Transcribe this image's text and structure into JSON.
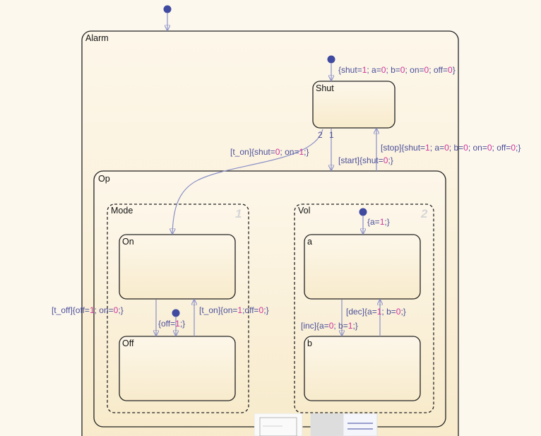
{
  "colors": {
    "state_fill": "#fbf0d8",
    "accent": "#8a8fc9",
    "label": "#4b4f9a",
    "value": "#d1329a",
    "dot": "#3f4aa0"
  },
  "states": {
    "alarm": "Alarm",
    "shut": "Shut",
    "op": "Op",
    "mode": "Mode",
    "mode_order": "1",
    "vol": "Vol",
    "vol_order": "2",
    "on": "On",
    "off": "Off",
    "a": "a",
    "b": "b"
  },
  "transitions": {
    "shut_init": [
      "{shut=",
      "1",
      "; a=",
      "0",
      "; b=",
      "0",
      "; on=",
      "0",
      "; off=",
      "0",
      "}"
    ],
    "t_on_shut": [
      "[t_on]{shut=",
      "0",
      "; on=",
      "1",
      ";}"
    ],
    "start": [
      "[start]{shut=",
      "0",
      ";}"
    ],
    "stop": [
      "[stop]{shut=",
      "1",
      "; a=",
      "0",
      "; b=",
      "0",
      "; on=",
      "0",
      "; off=",
      "0",
      ";}"
    ],
    "priority_2": "2",
    "priority_1": "1",
    "vol_init": [
      "{a=",
      "1",
      ";}"
    ],
    "t_off": [
      "[t_off]{off=",
      "1",
      "; on=",
      "0",
      ";}"
    ],
    "off_init": [
      "{off=",
      "1",
      ";}"
    ],
    "t_on_mode": [
      "[t_on]{on=",
      "1",
      ";off=",
      "0",
      ";}"
    ],
    "inc": [
      "[inc]{a=",
      "0",
      "; b=",
      "1",
      ";}"
    ],
    "dec": [
      "[dec]{a=",
      "1",
      "; b=",
      "0",
      ";}"
    ]
  }
}
